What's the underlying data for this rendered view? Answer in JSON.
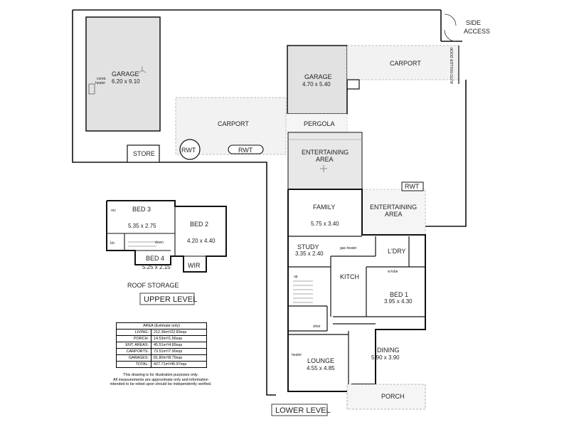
{
  "plan": {
    "side_access": [
      "SIDE",
      "ACCESS"
    ],
    "rooms": {
      "garage_left": {
        "name": "GARAGE",
        "dims": "6.20 x 9.10"
      },
      "comb_heater": [
        "comb.",
        "heater"
      ],
      "carport_left": {
        "name": "CARPORT"
      },
      "store": {
        "name": "STORE"
      },
      "rwt_round": "RWT",
      "rwt_long": "RWT",
      "rwt_right": "RWT",
      "pergola": "PERGOLA",
      "garage_right": {
        "name": "GARAGE",
        "dims": "4.70 x 5.40"
      },
      "carport_right": {
        "name": "CARPORT"
      },
      "roller_door": "AUTO ROLLER DOOR",
      "entertaining_upper": {
        "name": [
          "ENTERTAINING",
          "AREA"
        ]
      },
      "entertaining_right": {
        "name": [
          "ENTERTAINING",
          "AREA"
        ]
      },
      "family": {
        "name": "FAMILY",
        "dims": "5.75 x 3.40"
      },
      "study": {
        "name": "STUDY",
        "dims": "3.35 x 2.40"
      },
      "gas_heater": "gas heater",
      "ldry": {
        "name": "L'DRY"
      },
      "kitch": {
        "name": "KITCH"
      },
      "wrobe": "w'robe",
      "bed1": {
        "name": "BED 1",
        "dims": "3.95 x 4.30"
      },
      "dining": {
        "name": "DINING",
        "dims": "5.90 x 3.90"
      },
      "lounge": {
        "name": "LOUNGE",
        "dims": "4.55 x 4.85"
      },
      "heater": "heater",
      "shwr": "shwr",
      "porch": {
        "name": "PORCH"
      },
      "bed3": {
        "name": "BED 3",
        "dims": "5.35 x 2.75"
      },
      "bed2": {
        "name": "BED 2",
        "dims": "4.20 x 4.40"
      },
      "bed4": {
        "name": "BED 4",
        "dims": "5.25 x 2.15"
      },
      "wir": {
        "name": "WIR"
      },
      "down": "down",
      "up": "up",
      "rac": "rac",
      "blc": "b/c",
      "roof_storage": "ROOF STORAGE"
    },
    "levels": {
      "upper": "UPPER LEVEL",
      "lower": "LOWER LEVEL"
    }
  },
  "area_table": {
    "header": "AREA (Estimate only)",
    "rows": [
      {
        "label": "LIVING:",
        "value": "212.36m²/22.83sqs"
      },
      {
        "label": "PORCH:",
        "value": "14.53m²/1.56sqs"
      },
      {
        "label": "ENT. AREAS:",
        "value": "45.51m²/4.89sqs"
      },
      {
        "label": "CARPORTS:",
        "value": "73.51m²/7.90sqs"
      },
      {
        "label": "GARAGES:",
        "value": "81.80m²/8.79sqs"
      },
      {
        "label": "TOTAL:",
        "value": "427.71m²/45.97sqs"
      }
    ]
  },
  "disclaimer": [
    "This drawing is for illustration purposes only.",
    "All measurements are approximate only and information",
    "intended to be relied upon should be independently verified."
  ]
}
